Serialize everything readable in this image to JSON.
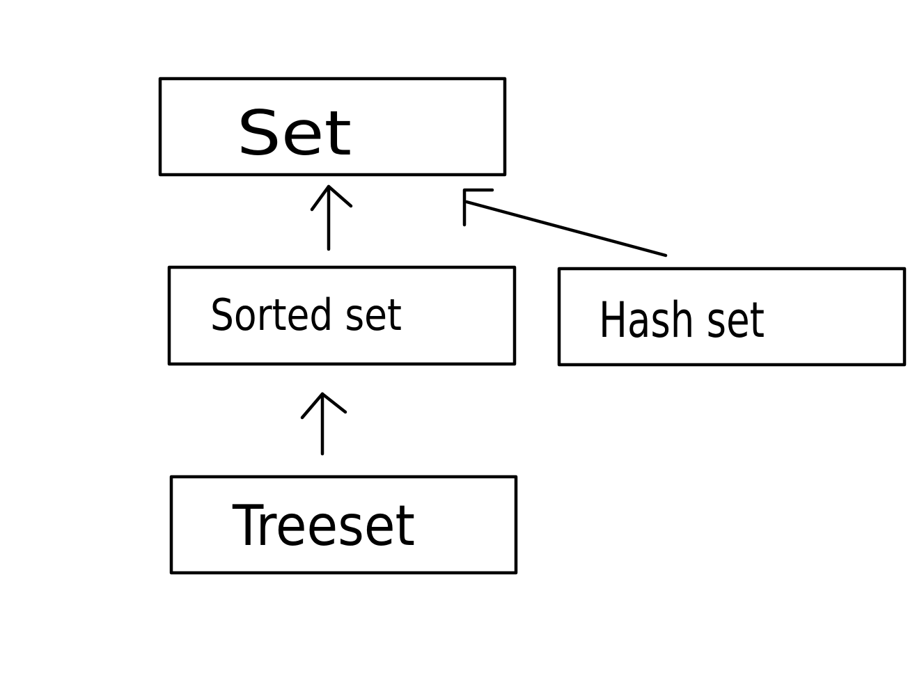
{
  "diagram": {
    "nodes": [
      {
        "id": "set",
        "label": "Set"
      },
      {
        "id": "sorted_set",
        "label": "Sorted set"
      },
      {
        "id": "hash_set",
        "label": "Hash set"
      },
      {
        "id": "tree_set",
        "label": "Treeset"
      }
    ],
    "edges": [
      {
        "from": "sorted_set",
        "to": "set",
        "style": "arrow"
      },
      {
        "from": "tree_set",
        "to": "sorted_set",
        "style": "arrow"
      },
      {
        "from": "hash_set",
        "to": "set",
        "style": "arrow"
      }
    ],
    "colors": {
      "ink": "#000000",
      "background": "#ffffff"
    }
  }
}
